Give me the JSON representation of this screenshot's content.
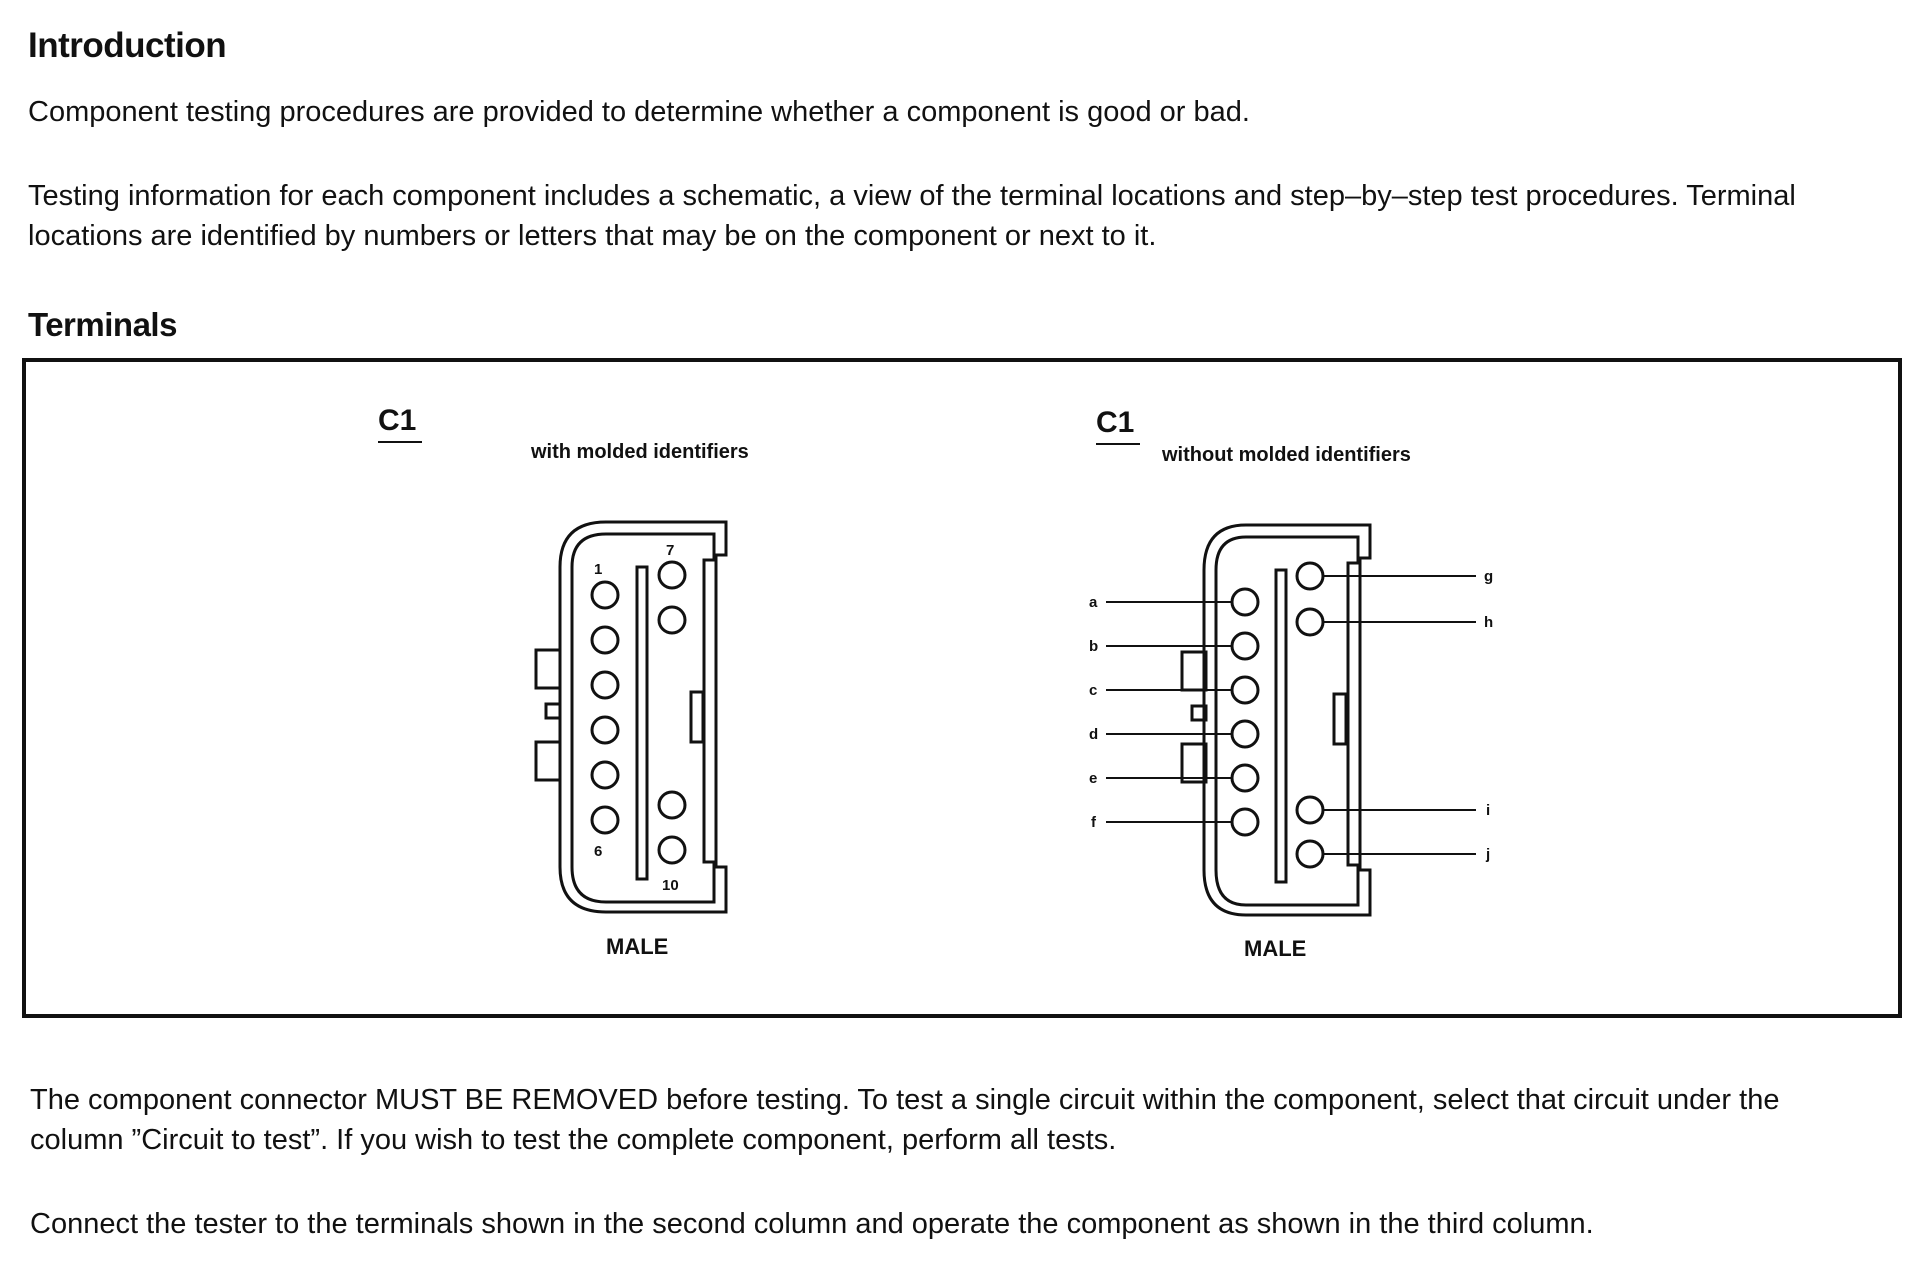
{
  "intro": {
    "heading": "Introduction",
    "para1": "Component testing procedures are provided to determine whether a component is good or bad.",
    "para2_line1": "Testing information for each component includes a schematic, a view of the terminal locations and step–by–step test procedures. Terminal",
    "para2_line2": "locations are identified by numbers or letters that may be on the component or next to it."
  },
  "terminals": {
    "heading": "Terminals",
    "left": {
      "title": "C1",
      "subtitle": "with molded identifiers",
      "gender": "MALE",
      "pin_labels": [
        "1",
        "6",
        "7",
        "10"
      ]
    },
    "right": {
      "title": "C1",
      "subtitle": "without molded identifiers",
      "gender": "MALE",
      "left_pins": [
        "a",
        "b",
        "c",
        "d",
        "e",
        "f"
      ],
      "right_pins": [
        "g",
        "h",
        "i",
        "j"
      ]
    }
  },
  "notes": {
    "line1": "The component connector MUST BE REMOVED before testing. To test a single circuit within the component, select that circuit under the",
    "line2": "column ”Circuit to test”. If you wish to test the complete component, perform all tests.",
    "line3": "Connect the tester to the terminals shown in the second column and operate the component as shown in the third column."
  }
}
